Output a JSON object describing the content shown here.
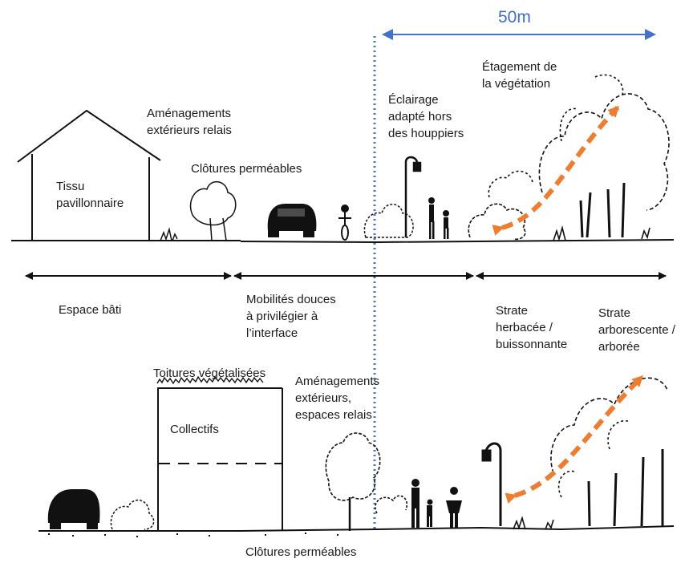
{
  "colors": {
    "scale": "#4472c4",
    "arrow_orange": "#ed7d31",
    "ink": "#111111",
    "text": "#1a1a1a"
  },
  "scale": {
    "label": "50m"
  },
  "top_section": {
    "building_label": "Tissu\npavillonnaire",
    "amenagements": "Aménagements\nextérieurs relais",
    "clotures": "Clôtures perméables",
    "eclairage": "Éclairage\nadapté hors\ndes houppiers",
    "etagement": "Étagement de\nla végétation"
  },
  "zones": {
    "espace_bati": "Espace bâti",
    "mobilites": "Mobilités douces\nà privilégier à\nl’interface",
    "strate_herbacee": "Strate\nherbacée /\nbuissonnante",
    "strate_arborescente": "Strate\narborescente /\narborée"
  },
  "bottom_section": {
    "toitures": "Toitures végétalisées",
    "collectifs": "Collectifs",
    "amenagements": "Aménagements\nextérieurs,\nespaces relais",
    "clotures": "Clôtures perméables"
  }
}
